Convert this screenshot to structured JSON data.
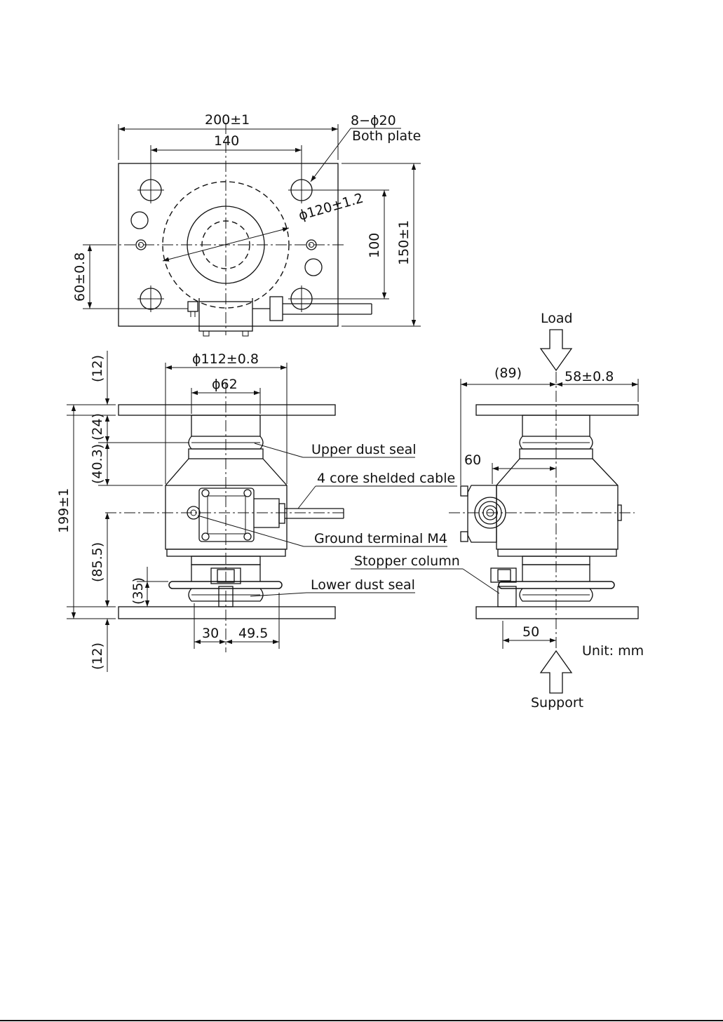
{
  "labels": {
    "width_200": "200±1",
    "holes": "8−ϕ20",
    "both_plate": "Both plate",
    "pitch_140": "140",
    "dia_120": "ϕ120±1.2",
    "dim_100": "100",
    "dim_150": "150±1",
    "dim_60": "60±0.8",
    "load": "Load",
    "dim_12_top": "(12)",
    "dia_112": "ϕ112±0.8",
    "dia_62": "ϕ62",
    "dim_89": "(89)",
    "dim_58": "58±0.8",
    "dim_24": "(24)",
    "dim_40_3": "(40.3)",
    "upper_dust_seal": "Upper dust seal",
    "dim_60_side": "60",
    "cable": "4 core shelded cable",
    "dim_199": "199±1",
    "ground_terminal": "Ground terminal M4",
    "dim_85_5": "(85.5)",
    "stopper_column": "Stopper column",
    "dim_35": "(35)",
    "lower_dust_seal": "Lower dust seal",
    "dim_30": "30",
    "dim_49_5": "49.5",
    "dim_50": "50",
    "dim_12_bottom": "(12)",
    "unit": "Unit: mm",
    "support": "Support"
  }
}
